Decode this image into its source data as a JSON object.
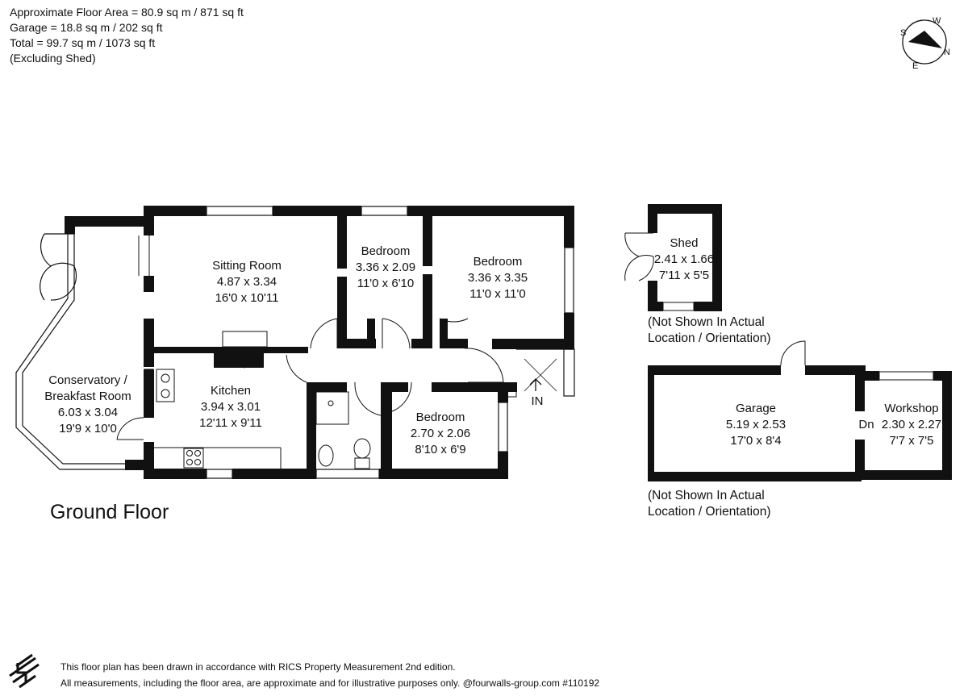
{
  "area_summary": [
    "Approximate Floor Area = 80.9 sq m / 871 sq ft",
    "Garage = 18.8 sq m / 202 sq ft",
    "Total = 99.7 sq m / 1073 sq ft",
    "(Excluding Shed)"
  ],
  "compass": {
    "n": "N",
    "s": "S",
    "e": "E",
    "w": "W"
  },
  "rooms": {
    "sitting_room": {
      "name": "Sitting Room",
      "metric": "4.87 x 3.34",
      "imperial": "16'0 x 10'11"
    },
    "bedroom_small": {
      "name": "Bedroom",
      "metric": "3.36 x 2.09",
      "imperial": "11'0 x 6'10"
    },
    "bedroom_large": {
      "name": "Bedroom",
      "metric": "3.36 x 3.35",
      "imperial": "11'0 x 11'0"
    },
    "conservatory": {
      "name_line1": "Conservatory /",
      "name_line2": "Breakfast Room",
      "metric": "6.03 x 3.04",
      "imperial": "19'9 x 10'0"
    },
    "kitchen": {
      "name": "Kitchen",
      "metric": "3.94 x 3.01",
      "imperial": "12'11 x 9'11"
    },
    "bedroom_three": {
      "name": "Bedroom",
      "metric": "2.70 x 2.06",
      "imperial": "8'10 x 6'9"
    },
    "shed": {
      "name": "Shed",
      "metric": "2.41 x 1.66",
      "imperial": "7'11 x 5'5"
    },
    "garage": {
      "name": "Garage",
      "metric": "5.19 x 2.53",
      "imperial": "17'0 x 8'4"
    },
    "workshop": {
      "name": "Workshop",
      "prefix": "Dn",
      "metric": "2.30 x 2.27",
      "imperial": "7'7 x 7'5"
    }
  },
  "entrance_label": "IN",
  "floor_title": "Ground Floor",
  "notes": {
    "shed_line1": "(Not Shown In Actual",
    "shed_line2": "Location / Orientation)",
    "garage_line1": "(Not Shown In Actual",
    "garage_line2": "Location / Orientation)"
  },
  "footer": {
    "line1": "This floor plan has been drawn in accordance with RICS Property Measurement 2nd edition.",
    "line2": "All measurements, including the floor area, are approximate and for illustrative purposes only. @fourwalls-group.com #110192"
  },
  "colors": {
    "wall": "#111111",
    "background": "#ffffff"
  }
}
